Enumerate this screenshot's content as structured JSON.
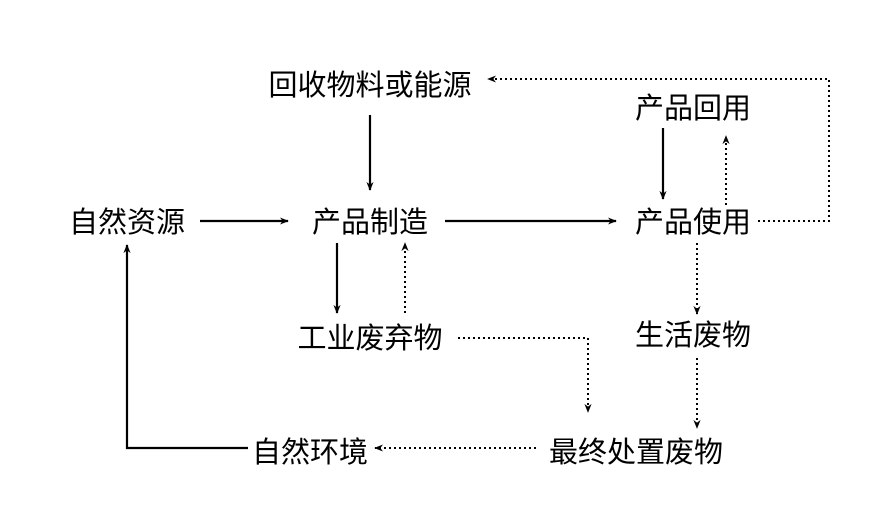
{
  "nodes": {
    "recycled_material": "回收物料或能源",
    "product_reuse": "产品回用",
    "natural_resources": "自然资源",
    "manufacturing": "产品制造",
    "product_use": "产品使用",
    "industrial_waste": "工业废弃物",
    "domestic_waste": "生活废物",
    "natural_environment": "自然环境",
    "final_disposal": "最终处置废物"
  },
  "edges": [
    {
      "from": "natural_resources",
      "to": "manufacturing",
      "style": "solid"
    },
    {
      "from": "recycled_material",
      "to": "manufacturing",
      "style": "solid"
    },
    {
      "from": "manufacturing",
      "to": "product_use",
      "style": "solid"
    },
    {
      "from": "product_reuse",
      "to": "product_use",
      "style": "solid"
    },
    {
      "from": "product_use",
      "to": "product_reuse",
      "style": "dotted"
    },
    {
      "from": "product_use",
      "to": "recycled_material",
      "style": "dotted"
    },
    {
      "from": "manufacturing",
      "to": "industrial_waste",
      "style": "solid"
    },
    {
      "from": "industrial_waste",
      "to": "manufacturing",
      "style": "dotted"
    },
    {
      "from": "product_use",
      "to": "domestic_waste",
      "style": "dotted"
    },
    {
      "from": "industrial_waste",
      "to": "final_disposal",
      "style": "dotted"
    },
    {
      "from": "domestic_waste",
      "to": "final_disposal",
      "style": "dotted"
    },
    {
      "from": "final_disposal",
      "to": "natural_environment",
      "style": "dotted"
    },
    {
      "from": "natural_environment",
      "to": "natural_resources",
      "style": "solid"
    }
  ]
}
